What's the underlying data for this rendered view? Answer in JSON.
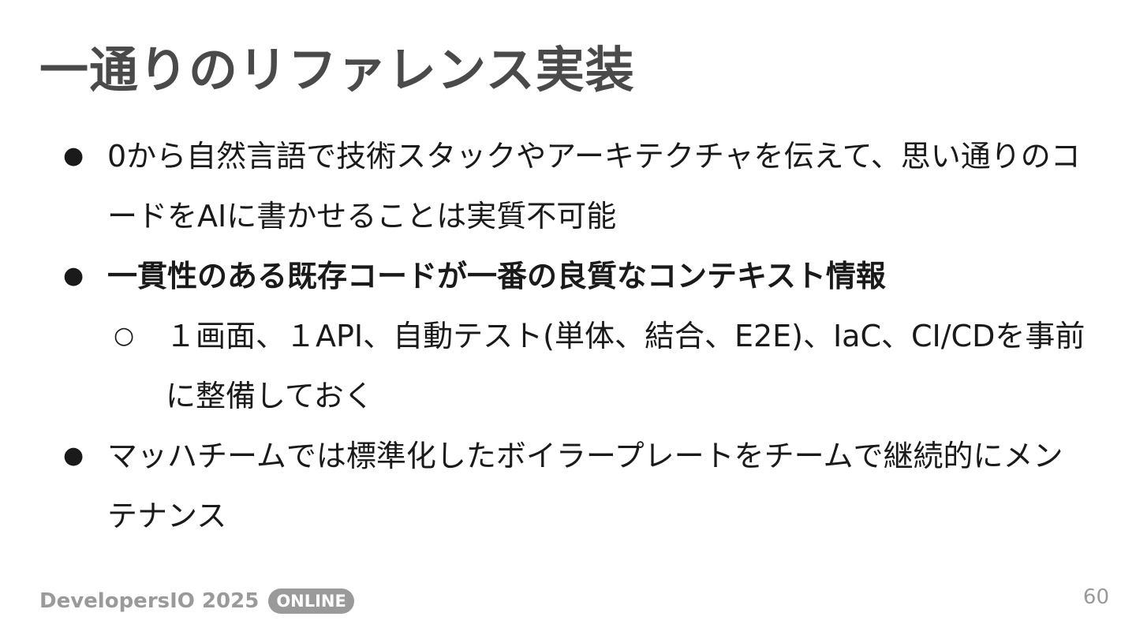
{
  "slide": {
    "title": "一通りのリファレンス実装",
    "bullets": [
      {
        "marker": "●",
        "text": "0から自然言語で技術スタックやアーキテクチャを伝えて、思い通りのコードをAIに書かせることは実質不可能",
        "bold": false
      },
      {
        "marker": "●",
        "text": "一貫性のある既存コードが一番の良質なコンテキスト情報",
        "bold": true,
        "sub": {
          "marker": "○",
          "text": "１画面、１API、自動テスト(単体、結合、E2E)、IaC、CI/CDを事前に整備しておく"
        }
      },
      {
        "marker": "●",
        "text": "マッハチームでは標準化したボイラープレートをチームで継続的にメンテナンス",
        "bold": false
      }
    ]
  },
  "footer": {
    "brand": "DevelopersIO 2025",
    "badge": "ONLINE",
    "page_number": "60"
  }
}
